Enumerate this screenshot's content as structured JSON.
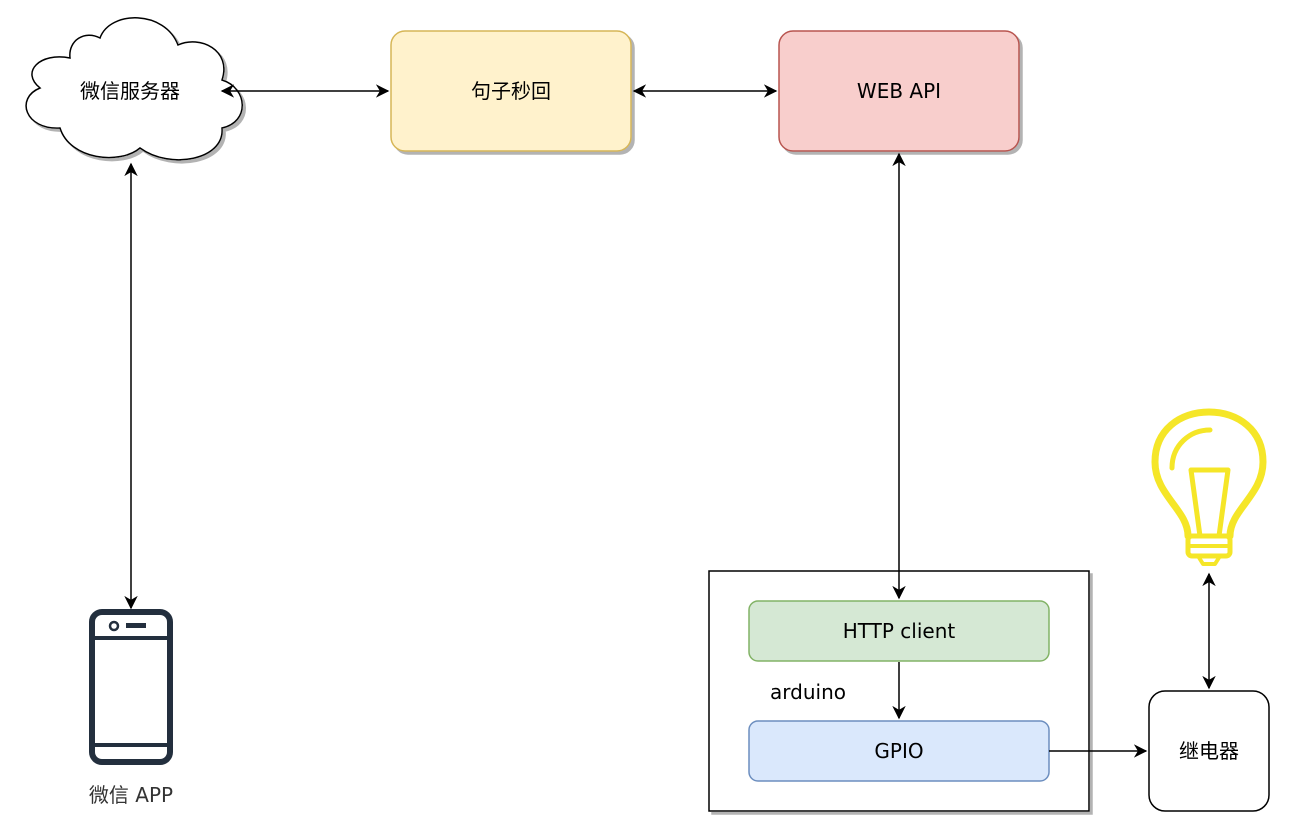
{
  "nodes": {
    "wechat_server": {
      "label": "微信服务器"
    },
    "juzi_miaohui": {
      "label": "句子秒回",
      "fill": "#fff2cc",
      "stroke": "#d6b656"
    },
    "web_api": {
      "label": "WEB API",
      "fill": "#f8cecc",
      "stroke": "#b85450"
    },
    "http_client": {
      "label": "HTTP client",
      "fill": "#d5e8d4",
      "stroke": "#82b366"
    },
    "gpio": {
      "label": "GPIO",
      "fill": "#dae8fc",
      "stroke": "#6c8ebf"
    },
    "relay": {
      "label": "继电器"
    },
    "arduino": {
      "label": "arduino"
    },
    "wechat_app": {
      "label": "微信 APP"
    }
  },
  "icons": {
    "phone": "smartphone-icon",
    "bulb": "lightbulb-icon"
  },
  "colors": {
    "bulb": "#f5e628",
    "phone": "#232f3e",
    "edge": "#000000"
  }
}
